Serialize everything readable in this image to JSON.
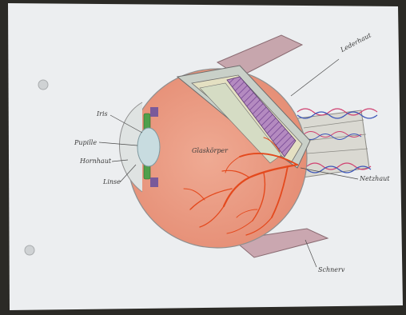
{
  "labels": {
    "iris": "Iris",
    "pupille": "Pupille",
    "hornhaut": "Hornhaut",
    "linse": "Linse",
    "glaskoerper": "Glaskörper",
    "lederhaut": "Lederhaut",
    "netzhaut": "Netzhaut",
    "schnerv": "Schnerv"
  },
  "colors": {
    "paper": "#eceef0",
    "background": "#2b2a26",
    "eye_interior": "#e99b84",
    "vessels": "#e4491d",
    "sclera": "#c9d0c8",
    "retina_layer": "#8a5aa0",
    "muscle": "#c7a6ad",
    "iris": "#4fa04b",
    "lens": "#c8dce0"
  }
}
